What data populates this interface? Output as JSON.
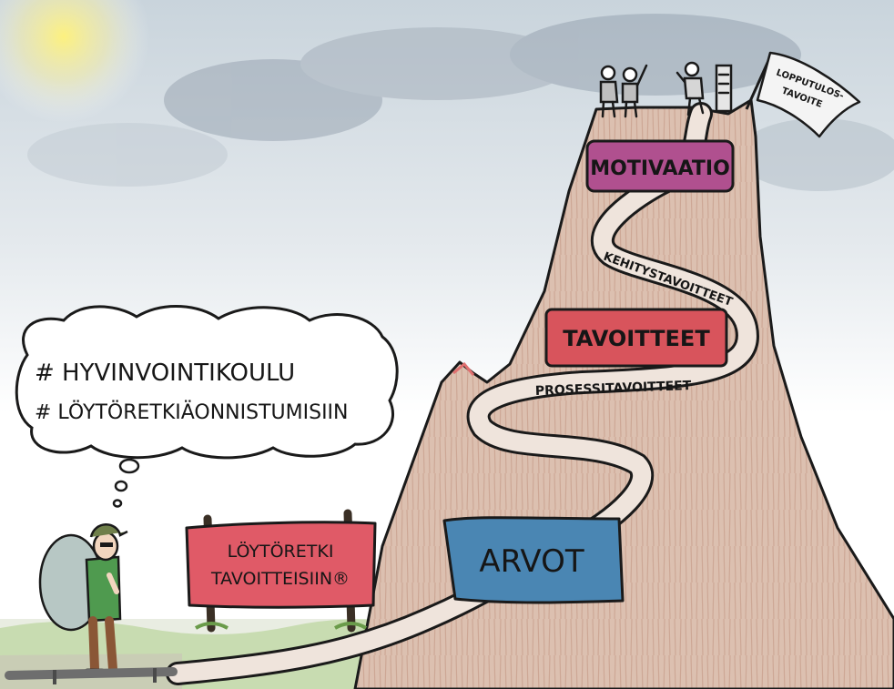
{
  "thought_bubble": {
    "line1": "# HYVINVOINTIKOULU",
    "line2": "# LÖYTÖRETKIÄONNISTUMISIIN"
  },
  "sign": {
    "line1": "LÖYTÖRETKI",
    "line2": "TAVOITTEISIIN®"
  },
  "mountain": {
    "box_top": "MOTIVAATIO",
    "box_middle": "TAVOITTEET",
    "box_bottom": "ARVOT",
    "path_label_upper": "KEHITYSTAVOITTEET",
    "path_label_lower": "PROSESSITAVOITTEET"
  },
  "flag": {
    "line1": "LOPPUTULOS-",
    "line2": "TAVOITE"
  },
  "colors": {
    "motivaatio_box": "#b0508f",
    "tavoitteet_box": "#d8545c",
    "arvot_box": "#4a86b3",
    "sign_board": "#e05a67",
    "mountain": "#d9b8a8"
  }
}
